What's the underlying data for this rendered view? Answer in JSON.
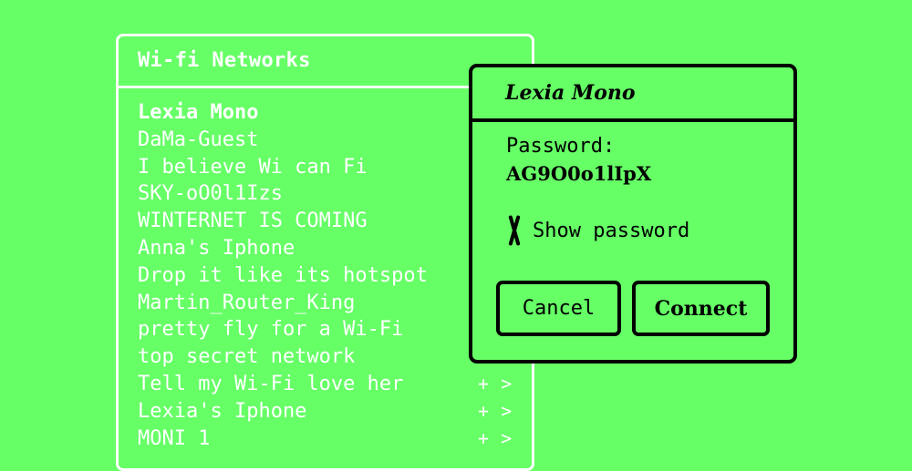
{
  "colors": {
    "background": "#66ff66",
    "panel_stroke": "#ffffff",
    "dialog_stroke": "#000000"
  },
  "wifi_panel": {
    "title": "Wi-fi Networks",
    "networks": [
      {
        "name": "Lexia Mono",
        "active": true,
        "actions": ""
      },
      {
        "name": "DaMa-Guest",
        "actions": ""
      },
      {
        "name": "I believe Wi can Fi",
        "actions": ""
      },
      {
        "name": "SKY-oO0l1Izs",
        "actions": ""
      },
      {
        "name": "WINTERNET IS COMING",
        "actions": ""
      },
      {
        "name": "Anna's Iphone",
        "actions": ""
      },
      {
        "name": "Drop it like its hotspot",
        "actions": ""
      },
      {
        "name": "Martin_Router_King",
        "actions": ""
      },
      {
        "name": "pretty fly for a Wi-Fi",
        "actions": ""
      },
      {
        "name": "top secret network",
        "actions": ""
      },
      {
        "name": "Tell my Wi-Fi love her",
        "actions": "+ >"
      },
      {
        "name": "Lexia's Iphone",
        "actions": "+ >"
      },
      {
        "name": "MONI 1",
        "actions": "+ >"
      }
    ]
  },
  "dialog": {
    "title": "Lexia Mono",
    "password_label": "Password:",
    "password_value": "AG9O0o1lIpX",
    "show_password_checked": true,
    "show_password_label": "Show password",
    "cancel_label": "Cancel",
    "connect_label": "Connect"
  }
}
